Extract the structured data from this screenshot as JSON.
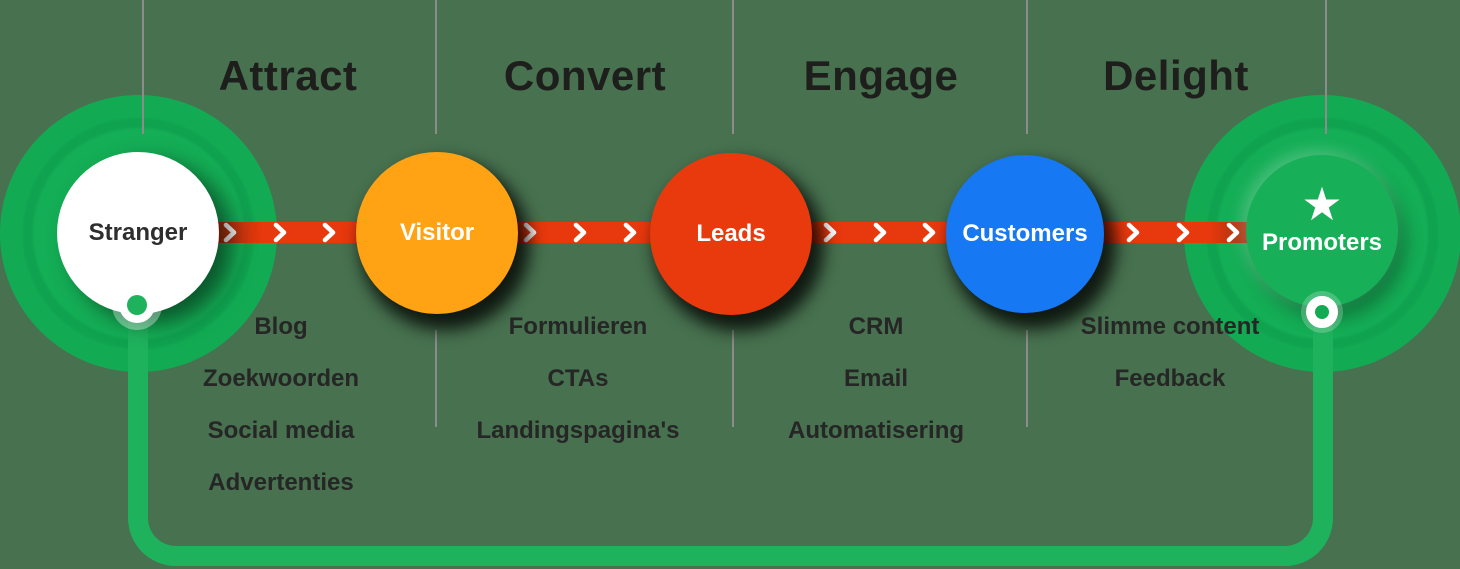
{
  "diagram": {
    "headers": [
      "Attract",
      "Convert",
      "Engage",
      "Delight"
    ],
    "circles": [
      "Stranger",
      "Visitor",
      "Leads",
      "Customers",
      "Promoters"
    ],
    "lists": {
      "attract": [
        "Blog",
        "Zoekwoorden",
        "Social media",
        "Advertenties"
      ],
      "convert": [
        "Formulieren",
        "CTAs",
        "Landingspagina's"
      ],
      "engage": [
        "CRM",
        "Email",
        "Automatisering"
      ],
      "delight": [
        "Slimme content",
        "Feedback"
      ]
    }
  },
  "icons": {
    "star": "★",
    "chevron": "❯"
  },
  "colors": {
    "background": "#47714F",
    "flywheel_green": "#12AB53",
    "loop_green": "#1FB25D",
    "visitor_orange": "#FFA213",
    "leads_red": "#E93A0E",
    "customers_blue": "#1678F2",
    "arrow_red": "#E8380D",
    "heading_text": "#1E1E1C",
    "list_text": "#262626",
    "line_gray": "#8C8C8C"
  }
}
